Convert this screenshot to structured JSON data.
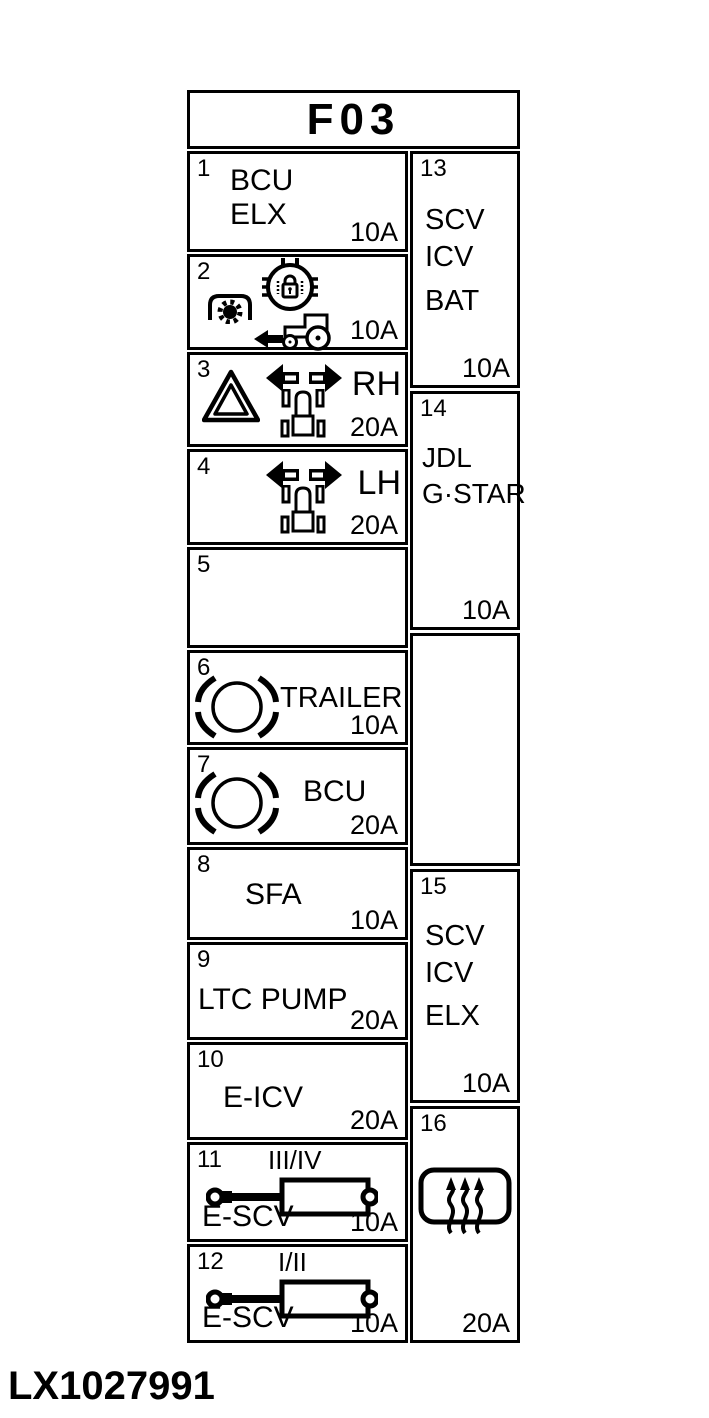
{
  "header": {
    "title": "F03"
  },
  "figure_id": "LX1027991",
  "fuses": [
    {
      "number": "1",
      "text1": "BCU\nELX",
      "amps": "10A"
    },
    {
      "number": "2",
      "amps": "10A",
      "icons": [
        "pto-gear-icon",
        "immobilizer-icon",
        "tractor-transport-icon"
      ]
    },
    {
      "number": "3",
      "label": "RH",
      "amps": "20A",
      "icons": [
        "hazard-warning-icon",
        "turn-signal-arrows-icon",
        "tractor-top-view-icon"
      ]
    },
    {
      "number": "4",
      "label": "LH",
      "amps": "20A",
      "icons": [
        "turn-signal-arrows-icon",
        "tractor-top-view-icon"
      ]
    },
    {
      "number": "5"
    },
    {
      "number": "6",
      "label": "TRAILER",
      "amps": "10A",
      "icons": [
        "brake-beacon-icon"
      ]
    },
    {
      "number": "7",
      "label": "BCU",
      "amps": "20A",
      "icons": [
        "brake-beacon-icon"
      ]
    },
    {
      "number": "8",
      "text1": "SFA",
      "amps": "10A"
    },
    {
      "number": "9",
      "text1": "LTC PUMP",
      "amps": "20A"
    },
    {
      "number": "10",
      "text1": "E-ICV",
      "amps": "20A"
    },
    {
      "number": "11",
      "top_label": "III/IV",
      "bottom_label": "E-SCV",
      "amps": "10A",
      "icons": [
        "hydraulic-cylinder-icon"
      ]
    },
    {
      "number": "12",
      "top_label": "I/II",
      "bottom_label": "E-SCV",
      "amps": "10A",
      "icons": [
        "hydraulic-cylinder-icon"
      ]
    },
    {
      "number": "13",
      "text1": "SCV\nICV",
      "text2": "BAT",
      "amps": "10A"
    },
    {
      "number": "14",
      "text1": "JDL\nG·STAR",
      "amps": "10A"
    },
    {
      "number": "15",
      "text1": "SCV\nICV",
      "text2": "ELX",
      "amps": "10A"
    },
    {
      "number": "16",
      "amps": "20A",
      "icons": [
        "rear-window-defrost-icon"
      ]
    }
  ]
}
